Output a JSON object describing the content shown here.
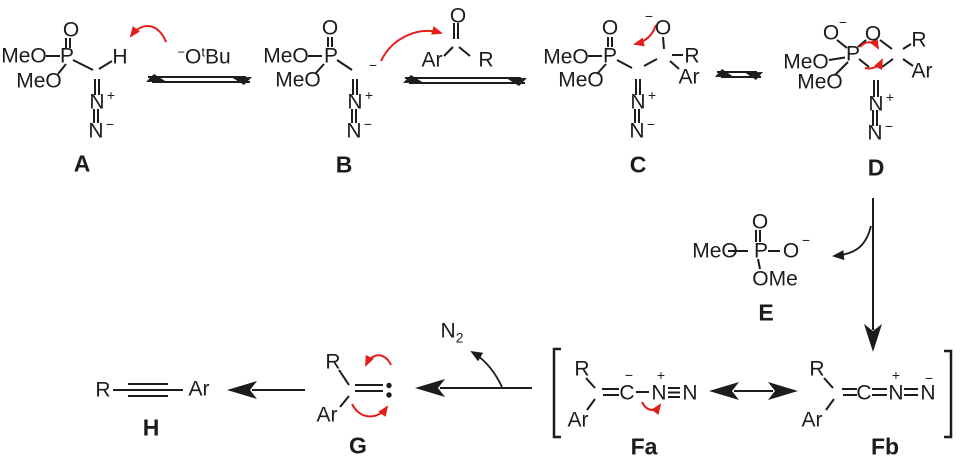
{
  "palette": {
    "ink": "#1c1c1c",
    "red": "#e31e1a",
    "background": "#ffffff"
  },
  "reagents": {
    "otbu": {
      "charge": "−",
      "o": "O",
      "t": "t",
      "bu": "Bu"
    },
    "n2": {
      "symbol": "N",
      "subscript": "2"
    }
  },
  "structures": {
    "A": {
      "label": "A",
      "phosphoryl_o": "O",
      "meo1": "MeO",
      "p": "P",
      "meo2": "MeO",
      "h": "H",
      "n1": "N",
      "n1_charge": "+",
      "n2": "N",
      "n2_charge": "−"
    },
    "B": {
      "label": "B",
      "phosphoryl_o": "O",
      "meo1": "MeO",
      "p": "P",
      "meo2": "MeO",
      "carbanion_charge": "−",
      "n1": "N",
      "n1_charge": "+",
      "n2": "N",
      "n2_charge": "−"
    },
    "ketone": {
      "o": "O",
      "ar": "Ar",
      "r": "R"
    },
    "C": {
      "label": "C",
      "phosphoryl_o": "O",
      "alkoxide_charge": "−",
      "alkoxide_o": "O",
      "meo1": "MeO",
      "p": "P",
      "meo2": "MeO",
      "r": "R",
      "ar": "Ar",
      "n1": "N",
      "n1_charge": "+",
      "n2": "N",
      "n2_charge": "−"
    },
    "D": {
      "label": "D",
      "oxide_o": "O",
      "oxide_charge": "−",
      "ring_o": "O",
      "meo1": "MeO",
      "p": "P",
      "meo2": "MeO",
      "r": "R",
      "ar": "Ar",
      "n1": "N",
      "n1_charge": "+",
      "n2": "N",
      "n2_charge": "−"
    },
    "E": {
      "label": "E",
      "phosphoryl_o": "O",
      "meo": "MeO",
      "p": "P",
      "o_anion": "O",
      "o_anion_charge": "−",
      "ome": "OMe"
    },
    "Fa": {
      "label": "Fa",
      "r": "R",
      "ar": "Ar",
      "c": "C",
      "c_charge": "−",
      "n1": "N",
      "n1_charge": "+",
      "n2": "N"
    },
    "Fb": {
      "label": "Fb",
      "r": "R",
      "ar": "Ar",
      "c": "C",
      "n1": "N",
      "n1_charge": "+",
      "n2": "N",
      "n2_charge": "−"
    },
    "G": {
      "label": "G",
      "r": "R",
      "ar": "Ar"
    },
    "H": {
      "label": "H",
      "r": "R",
      "ar": "Ar"
    }
  }
}
